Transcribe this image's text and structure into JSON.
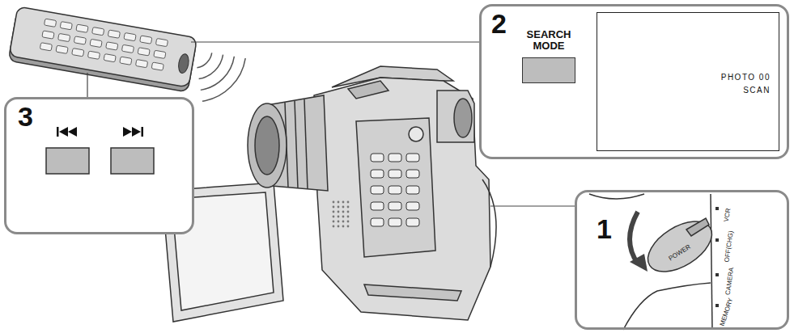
{
  "diagram": {
    "nodes": [
      {
        "text": [
          "2"
        ]
      },
      {
        "text": [
          "SEARCH MODE"
        ],
        "in": 0
      },
      {
        "text": [
          "PHOTO 00 SCAN"
        ],
        "in": 0
      },
      {
        "text": [
          "3"
        ]
      },
      {
        "text": [
          "1"
        ]
      }
    ],
    "labels": [
      "POWER",
      "VCR",
      "OFF(CHG)",
      "CAMERA",
      "MEMORY"
    ]
  }
}
